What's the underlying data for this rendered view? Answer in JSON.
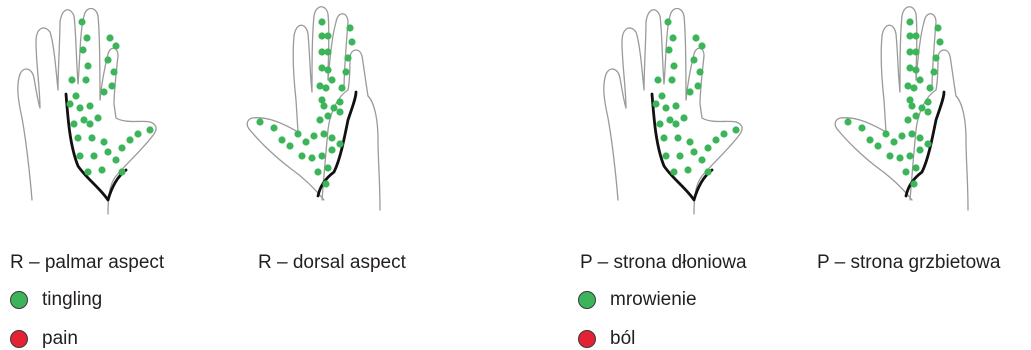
{
  "colors": {
    "tingling": "#3cb55a",
    "pain": "#e32234",
    "outline": "#9a9a9a",
    "border": "#111111"
  },
  "panels": [
    {
      "captions": [
        "R – palmar aspect",
        "R – dorsal aspect"
      ],
      "legend": [
        {
          "label": "tingling",
          "color": "#3cb55a",
          "icon": "green-dot-icon"
        },
        {
          "label": "pain",
          "color": "#e32234",
          "icon": "red-dot-icon"
        }
      ]
    },
    {
      "captions": [
        "P – strona dłoniowa",
        "P – strona grzbietowa"
      ],
      "legend": [
        {
          "label": "mrowienie",
          "color": "#3cb55a",
          "icon": "green-dot-icon"
        },
        {
          "label": "ból",
          "color": "#e32234",
          "icon": "red-dot-icon"
        }
      ]
    }
  ]
}
